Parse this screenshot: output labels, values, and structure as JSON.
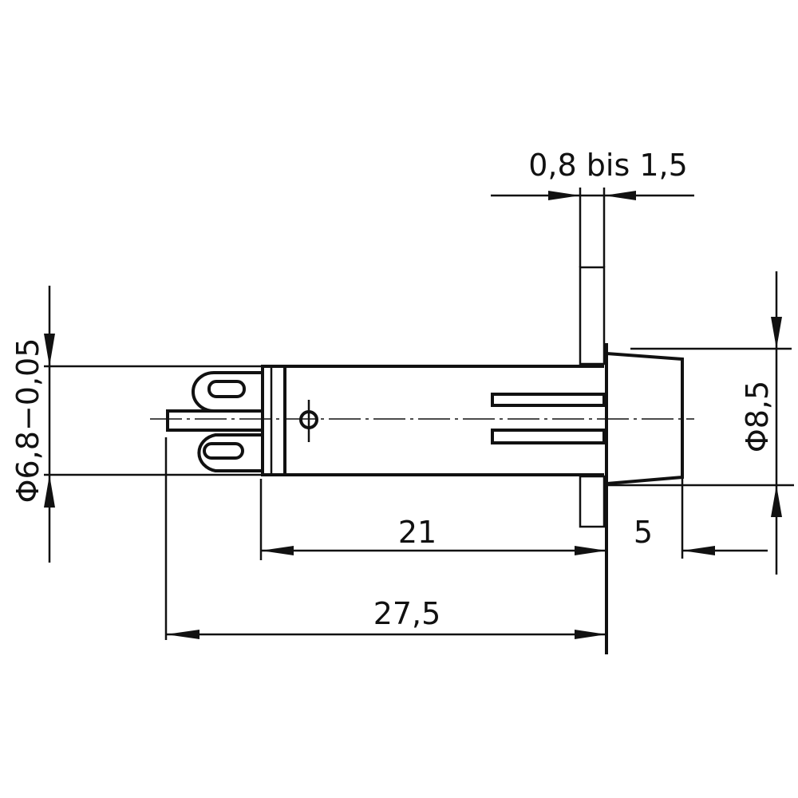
{
  "dimensions": {
    "panel_thickness": "0,8 bis 1,5",
    "body_diameter": "Φ6,8−0,05",
    "head_diameter": "Φ8,5",
    "body_length": "21",
    "head_length": "5",
    "overall_length": "27,5"
  }
}
